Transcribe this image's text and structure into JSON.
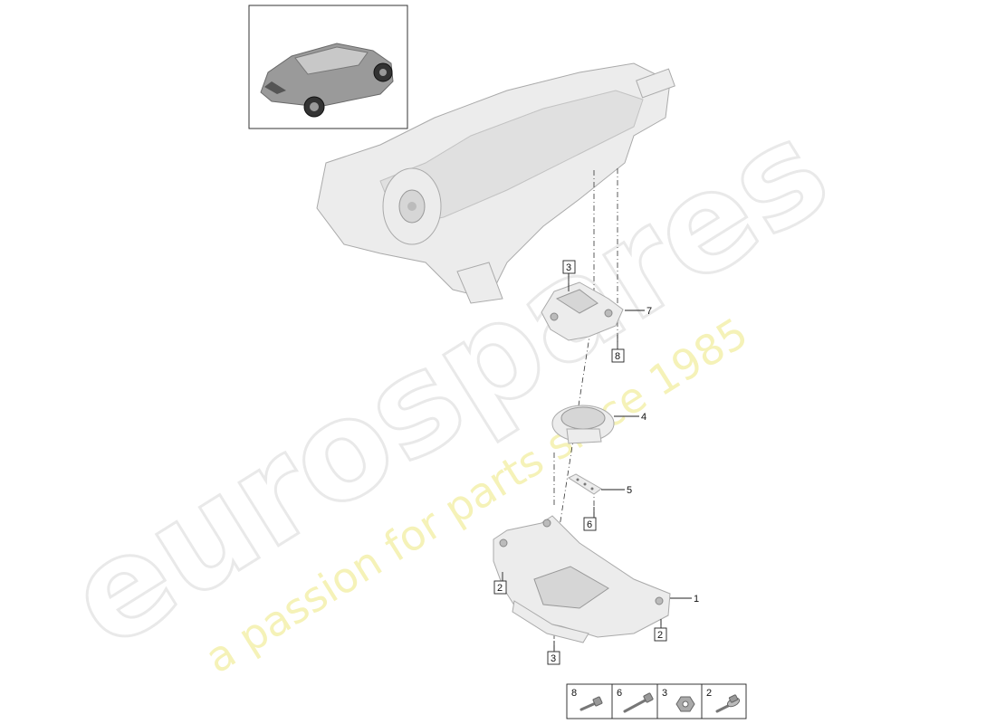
{
  "watermark": {
    "brand": "eurospares",
    "tagline": "a passion for parts since 1985"
  },
  "callouts": {
    "part1": "1",
    "part4": "4",
    "part5": "5",
    "part7": "7",
    "box_3_top": "3",
    "box_8": "8",
    "box_6": "6",
    "box_2_left": "2",
    "box_2_right": "2",
    "box_3_bottom": "3"
  },
  "legend": [
    {
      "number": "8",
      "icon": "bolt-icon"
    },
    {
      "number": "6",
      "icon": "bolt-icon"
    },
    {
      "number": "3",
      "icon": "nut-icon"
    },
    {
      "number": "2",
      "icon": "flange-bolt-icon"
    }
  ]
}
